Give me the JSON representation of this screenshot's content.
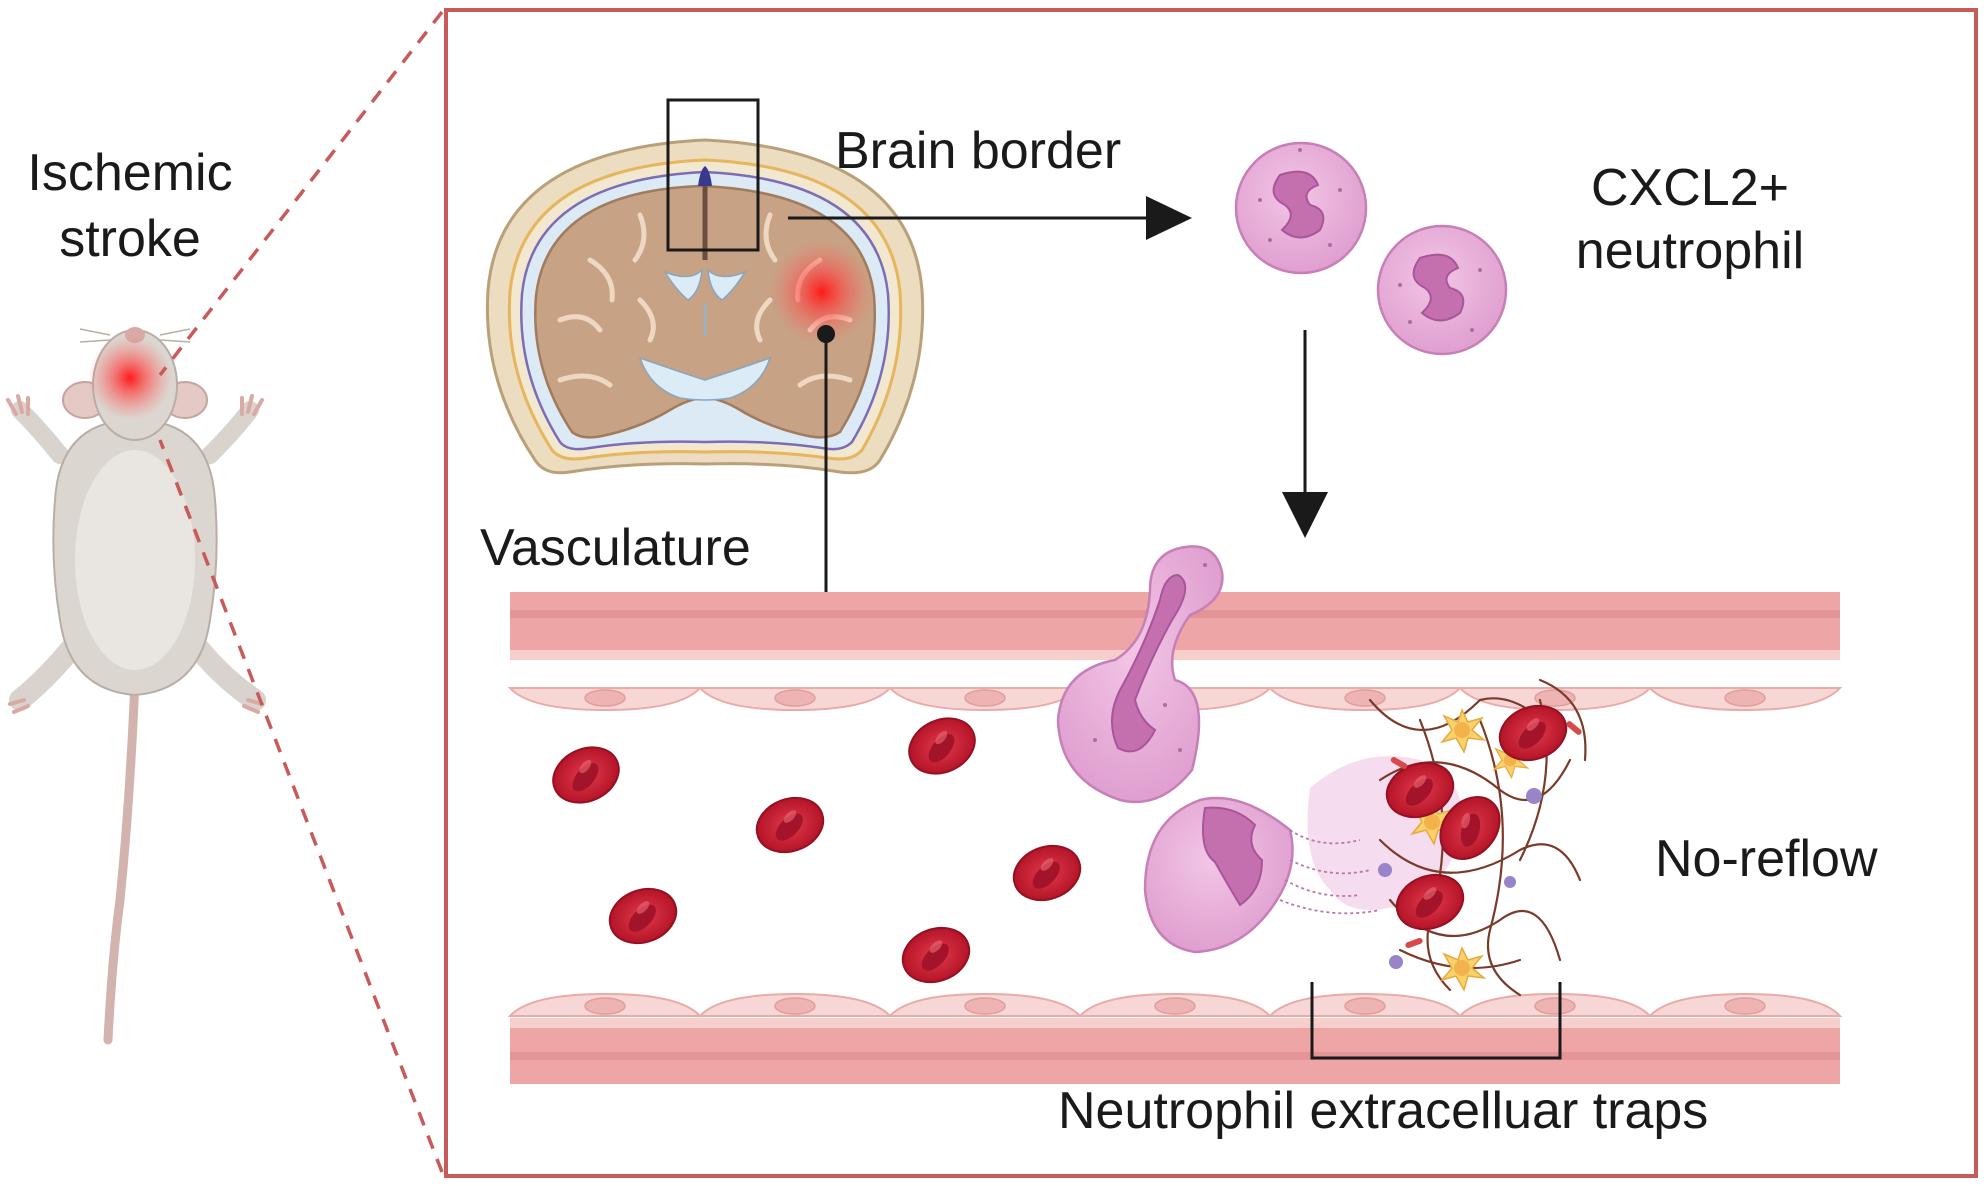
{
  "labels": {
    "ischemic_stroke": [
      "Ischemic",
      "stroke"
    ],
    "brain_border": "Brain border",
    "cxcl2_neutrophil": [
      "CXCL2+",
      "neutrophil"
    ],
    "vasculature": "Vasculature",
    "no_reflow": "No-reflow",
    "nets": "Neutrophil extracelluar traps"
  },
  "colors": {
    "frame": "#c85a5a",
    "vessel_wall": "#eaa0a2",
    "vessel_wall_dark": "#e08d90",
    "endothelium": "#f6d3d1",
    "rbc": "#c41f33",
    "rbc_center": "#9c1426",
    "neutrophil": "#e6a6d6",
    "neutrophil_nucleus": "#c46fae",
    "platelet": "#f7cf64",
    "brain_tissue": "#c9a487",
    "ventricle": "#dcecf6",
    "skull": "#ead9bd",
    "stroke_glow": "#ff2a2a",
    "mouse_body": "#d9d3cd"
  },
  "icons": [
    "mouse-icon",
    "brain-section-icon",
    "neutrophil-icon",
    "red-blood-cell-icon",
    "platelet-icon",
    "blood-vessel-icon"
  ]
}
